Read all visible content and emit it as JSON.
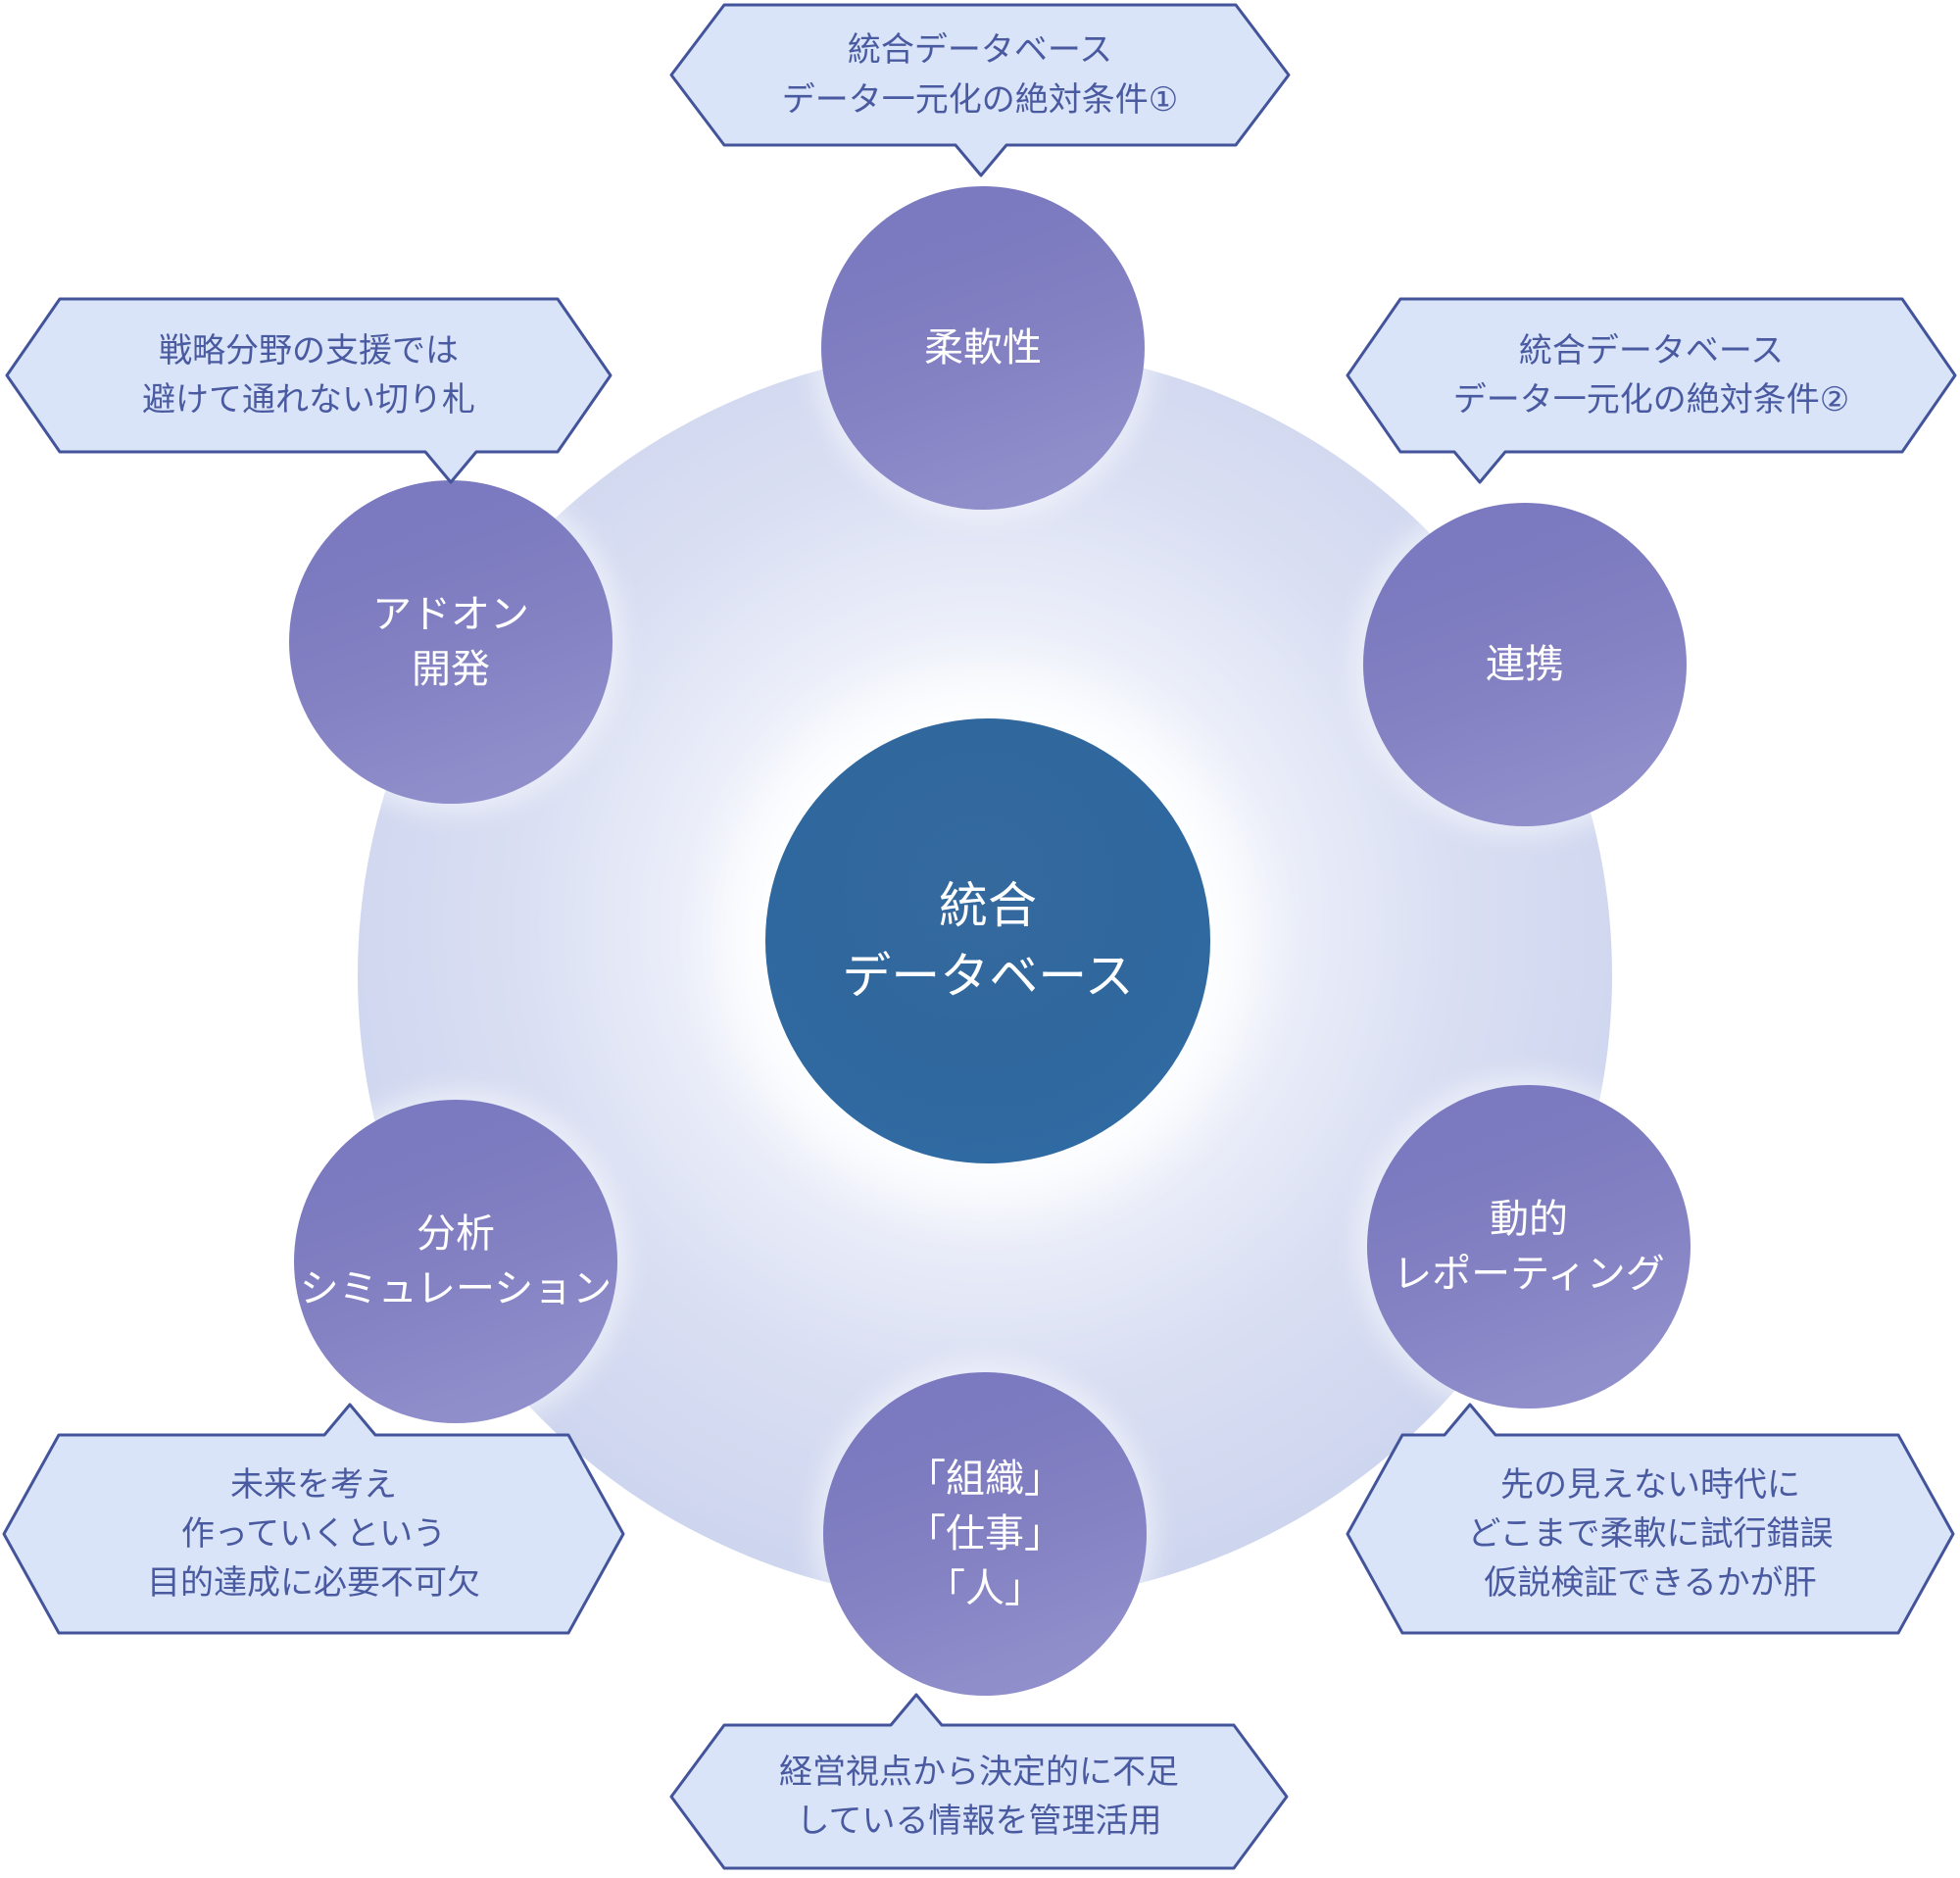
{
  "diagram": {
    "center_node": {
      "lines": [
        "統合",
        "データベース"
      ]
    },
    "nodes": [
      {
        "key": "flexibility",
        "lines": [
          "柔軟性"
        ]
      },
      {
        "key": "addon-development",
        "lines": [
          "アドオン",
          "開発"
        ]
      },
      {
        "key": "collaboration",
        "lines": [
          "連携"
        ]
      },
      {
        "key": "analysis-simulation",
        "lines": [
          "分析",
          "シミュレーション"
        ]
      },
      {
        "key": "dynamic-reporting",
        "lines": [
          "動的",
          "レポーティング"
        ]
      },
      {
        "key": "organization-work-people",
        "lines": [
          "「組織」",
          "「仕事」",
          "「人」"
        ]
      }
    ],
    "callouts": [
      {
        "key": "flexibility-note",
        "lines": [
          "統合データベース",
          "データ一元化の絶対条件①"
        ]
      },
      {
        "key": "addon-note",
        "lines": [
          "戦略分野の支援では",
          "避けて通れない切り札"
        ]
      },
      {
        "key": "collaboration-note",
        "lines": [
          "統合データベース",
          "データ一元化の絶対条件②"
        ]
      },
      {
        "key": "analysis-note",
        "lines": [
          "未来を考え",
          "作っていくという",
          "目的達成に必要不可欠"
        ]
      },
      {
        "key": "reporting-note",
        "lines": [
          "先の見えない時代に",
          "どこまで柔軟に試行錯誤",
          "仮説検証できるかが肝"
        ]
      },
      {
        "key": "organization-note",
        "lines": [
          "経営視点から決定的に不足",
          "している情報を管理活用"
        ]
      }
    ],
    "colors": {
      "node_purple": "#7b79bf",
      "node_purple_light": "#918fcb",
      "center_blue": "#2f689e",
      "callout_fill": "#d9e4f8",
      "callout_border": "#44549b",
      "callout_text": "#4a5aa0",
      "glow_lavender": "#ccd4ee"
    }
  }
}
